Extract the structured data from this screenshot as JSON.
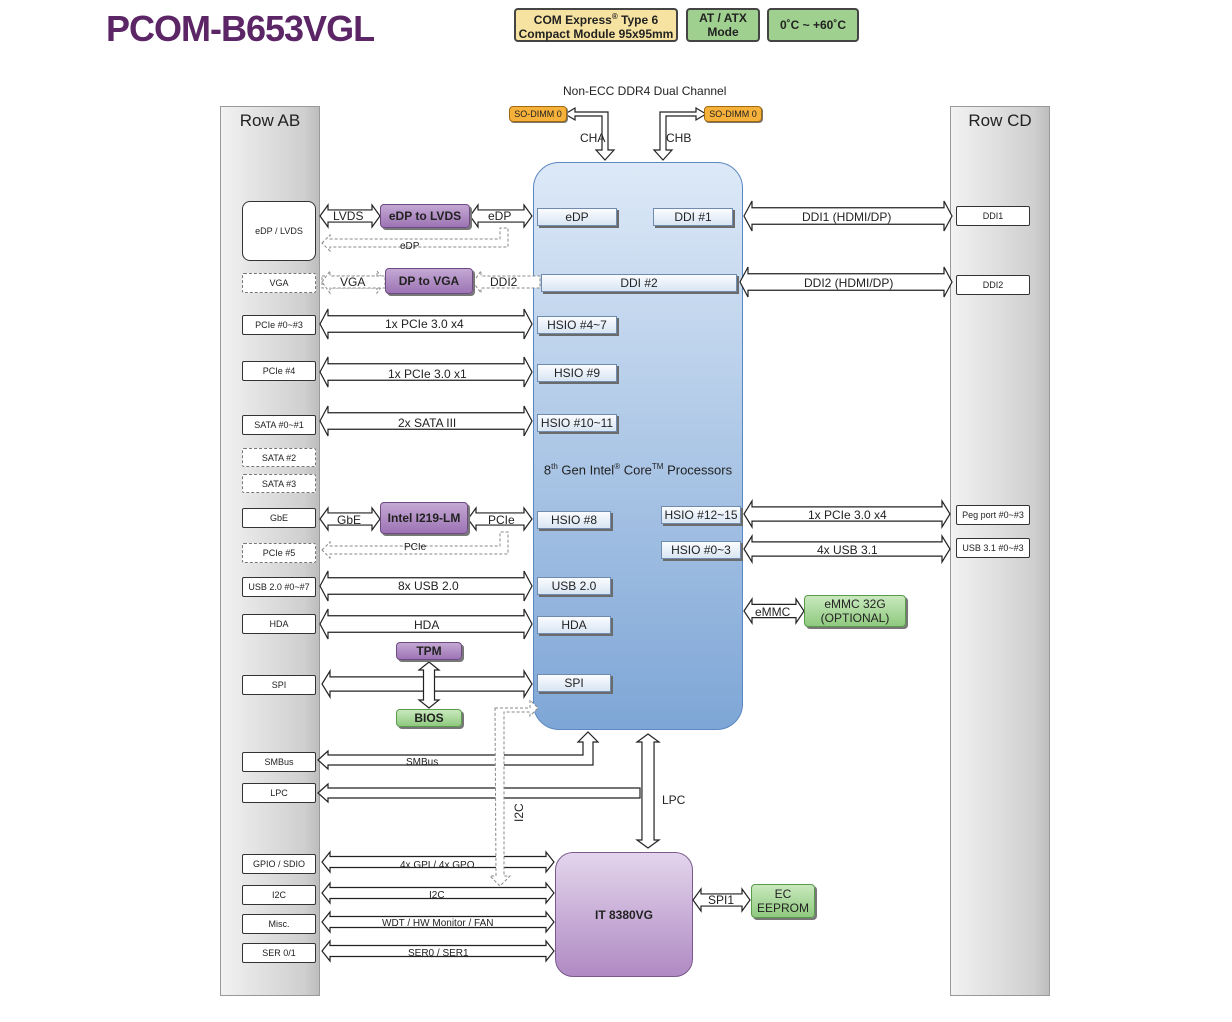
{
  "title": "PCOM-B653VGL",
  "badges": {
    "module_line1": "COM Express",
    "module_reg": "®",
    "module_line1b": " Type 6",
    "module_line2": "Compact Module 95x95mm",
    "power_line1": "AT / ATX",
    "power_line2": "Mode",
    "temp": "0˚C ~ +60˚C"
  },
  "memory": {
    "title": "Non-ECC DDR4 Dual Channel",
    "slot_a": "SO-DIMM 0",
    "slot_b": "SO-DIMM 0",
    "cha": "CHA",
    "chb": "CHB"
  },
  "rows": {
    "left": "Row AB",
    "right": "Row CD"
  },
  "cpu": {
    "label_pre": "8",
    "label_sup1": "th",
    "label_mid": " Gen Intel",
    "label_sup2": "®",
    "label_mid2": " Core",
    "label_sup3": "TM",
    "label_post": " Processors",
    "pins": {
      "edp": "eDP",
      "ddi1": "DDI #1",
      "ddi2": "DDI #2",
      "hsio47": "HSIO #4~7",
      "hsio9": "HSIO #9",
      "hsio1011": "HSIO #10~11",
      "hsio8": "HSIO #8",
      "hsio1215": "HSIO #12~15",
      "hsio03": "HSIO #0~3",
      "usb20": "USB 2.0",
      "hda": "HDA",
      "spi": "SPI"
    }
  },
  "left_ports": {
    "edp_lvds": "eDP / LVDS",
    "vga": "VGA",
    "pcie03": "PCIe #0~#3",
    "pcie4": "PCIe #4",
    "sata01": "SATA #0~#1",
    "sata2": "SATA #2",
    "sata3": "SATA #3",
    "gbe": "GbE",
    "pcie5": "PCIe #5",
    "usb20": "USB 2.0 #0~#7",
    "hda": "HDA",
    "spi": "SPI",
    "smbus": "SMBus",
    "lpc": "LPC",
    "gpio": "GPIO / SDIO",
    "i2c": "I2C",
    "misc": "Misc.",
    "ser": "SER 0/1"
  },
  "right_ports": {
    "ddi1": "DDI1",
    "ddi2": "DDI2",
    "peg": "Peg port #0~#3",
    "usb31": "USB 3.1 #0~#3"
  },
  "chips": {
    "edp_lvds": "eDP to LVDS",
    "dp_vga": "DP to VGA",
    "i219": "Intel I219-LM",
    "tpm": "TPM",
    "bios": "BIOS",
    "emmc_1": "eMMC 32G",
    "emmc_2": "(OPTIONAL)",
    "ec_eeprom_1": "EC",
    "ec_eeprom_2": "EEPROM",
    "ec": "IT 8380VG"
  },
  "labels": {
    "lvds": "LVDS",
    "edp_a": "eDP",
    "edp_b": "eDP",
    "vga": "VGA",
    "ddi2": "DDI2",
    "pcie_x4": "1x PCIe 3.0 x4",
    "pcie_x1": "1x PCIe 3.0 x1",
    "sata": "2x SATA III",
    "gbe": "GbE",
    "pcie_gbe": "PCIe",
    "pcie5": "PCIe",
    "usb": "8x USB 2.0",
    "hda": "HDA",
    "smbus": "SMBus",
    "lpc": "LPC",
    "i2c_v": "I2C",
    "gpio": "4x GPI / 4x GPO",
    "i2c": "I2C",
    "wdt": "WDT / HW Monitor / FAN",
    "ser": "SER0 / SER1",
    "spi1": "SPI1",
    "emmc": "eMMC",
    "ddi1_r": "DDI1 (HDMI/DP)",
    "ddi2_r": "DDI2 (HDMI/DP)",
    "peg_r": "1x PCIe 3.0 x4",
    "usb31_r": "4x USB 3.1"
  }
}
